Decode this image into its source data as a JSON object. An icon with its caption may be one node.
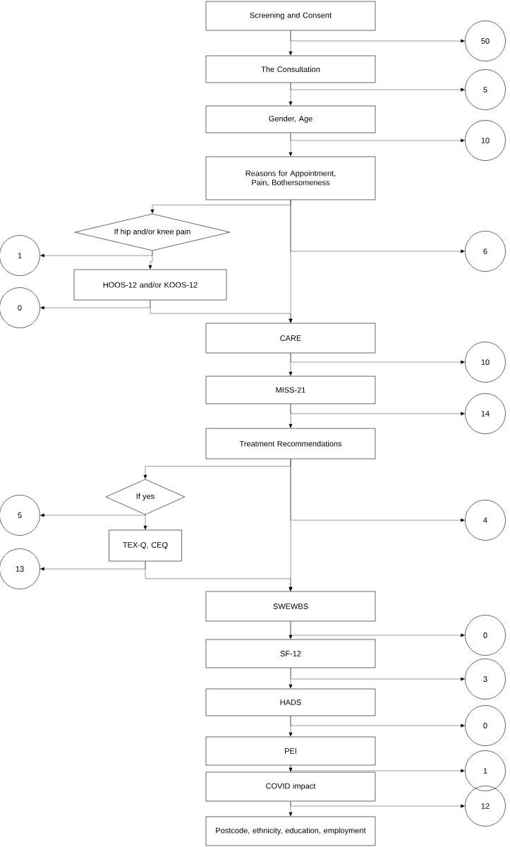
{
  "diagram": {
    "nodes": [
      {
        "text": [
          "Screening and Consent"
        ]
      },
      {
        "text": [
          "50"
        ]
      },
      {
        "text": [
          "The Consultation"
        ]
      },
      {
        "text": [
          "5"
        ]
      },
      {
        "text": [
          "Gender, Age"
        ]
      },
      {
        "text": [
          "10"
        ]
      },
      {
        "text": [
          "Reasons for Appointment, Pain, Bothersomeness"
        ]
      },
      {
        "text": [
          "If hip and/or knee pain"
        ]
      },
      {
        "text": [
          "1"
        ]
      },
      {
        "text": [
          "HOOS-12 and/or KOOS-12"
        ]
      },
      {
        "text": [
          "0"
        ]
      },
      {
        "text": [
          "6"
        ]
      },
      {
        "text": [
          "CARE"
        ]
      },
      {
        "text": [
          "10"
        ]
      },
      {
        "text": [
          "MISS-21"
        ]
      },
      {
        "text": [
          "14"
        ]
      },
      {
        "text": [
          "Treatment Recommendations"
        ]
      },
      {
        "text": [
          "If yes"
        ]
      },
      {
        "text": [
          "5"
        ]
      },
      {
        "text": [
          "TEX-Q, CEQ"
        ]
      },
      {
        "text": [
          "13"
        ]
      },
      {
        "text": [
          "4"
        ]
      },
      {
        "text": [
          "SWEWBS"
        ]
      },
      {
        "text": [
          "0"
        ]
      },
      {
        "text": [
          "SF-12"
        ]
      },
      {
        "text": [
          "3"
        ]
      },
      {
        "text": [
          "HADS"
        ]
      },
      {
        "text": [
          "0"
        ]
      },
      {
        "text": [
          "PEI"
        ]
      },
      {
        "text": [
          "1"
        ]
      },
      {
        "text": [
          "COVID impact"
        ]
      },
      {
        "text": [
          "12"
        ]
      },
      {
        "text": [
          "Postcode, ethnicity, education, employment"
        ]
      }
    ],
    "edges": [
      {
        "from": 0,
        "to": 2,
        "arrow": "to"
      },
      {
        "from": 0,
        "to": 1,
        "arrow": "to"
      },
      {
        "from": 2,
        "to": 4,
        "arrow": "to"
      },
      {
        "from": 2,
        "to": 3,
        "arrow": "to"
      },
      {
        "from": 4,
        "to": 6,
        "arrow": "to"
      },
      {
        "from": 4,
        "to": 5,
        "arrow": "to"
      },
      {
        "from": 6,
        "to": 7,
        "arrow": "to"
      },
      {
        "from": 7,
        "to": 8,
        "arrow": "to"
      },
      {
        "from": 7,
        "to": 9,
        "arrow": "to"
      },
      {
        "from": 9,
        "to": 10,
        "arrow": "to"
      },
      {
        "from": 9,
        "to": 12,
        "arrow": "to"
      },
      {
        "from": 6,
        "to": 11,
        "arrow": "to"
      },
      {
        "from": 6,
        "to": 12,
        "arrow": "to"
      },
      {
        "from": 12,
        "to": 14,
        "arrow": "to"
      },
      {
        "from": 12,
        "to": 13,
        "arrow": "to"
      },
      {
        "from": 14,
        "to": 16,
        "arrow": "to"
      },
      {
        "from": 14,
        "to": 15,
        "arrow": "to"
      },
      {
        "from": 16,
        "to": 17,
        "arrow": "to"
      },
      {
        "from": 17,
        "to": 18,
        "arrow": "to"
      },
      {
        "from": 17,
        "to": 19,
        "arrow": "to"
      },
      {
        "from": 19,
        "to": 20,
        "arrow": "to"
      },
      {
        "from": 19,
        "to": 22,
        "arrow": "to"
      },
      {
        "from": 16,
        "to": 21,
        "arrow": "to"
      },
      {
        "from": 16,
        "to": 22,
        "arrow": "to"
      },
      {
        "from": 22,
        "to": 24,
        "arrow": "to"
      },
      {
        "from": 22,
        "to": 23,
        "arrow": "to"
      },
      {
        "from": 24,
        "to": 26,
        "arrow": "to"
      },
      {
        "from": 24,
        "to": 25,
        "arrow": "to"
      },
      {
        "from": 26,
        "to": 28,
        "arrow": "to"
      },
      {
        "from": 26,
        "to": 27,
        "arrow": "to"
      },
      {
        "from": 28,
        "to": 30,
        "arrow": "to"
      },
      {
        "from": 28,
        "to": 29,
        "arrow": "to"
      },
      {
        "from": 30,
        "to": 32,
        "arrow": "to"
      },
      {
        "from": 30,
        "to": 31,
        "arrow": "to"
      }
    ]
  }
}
